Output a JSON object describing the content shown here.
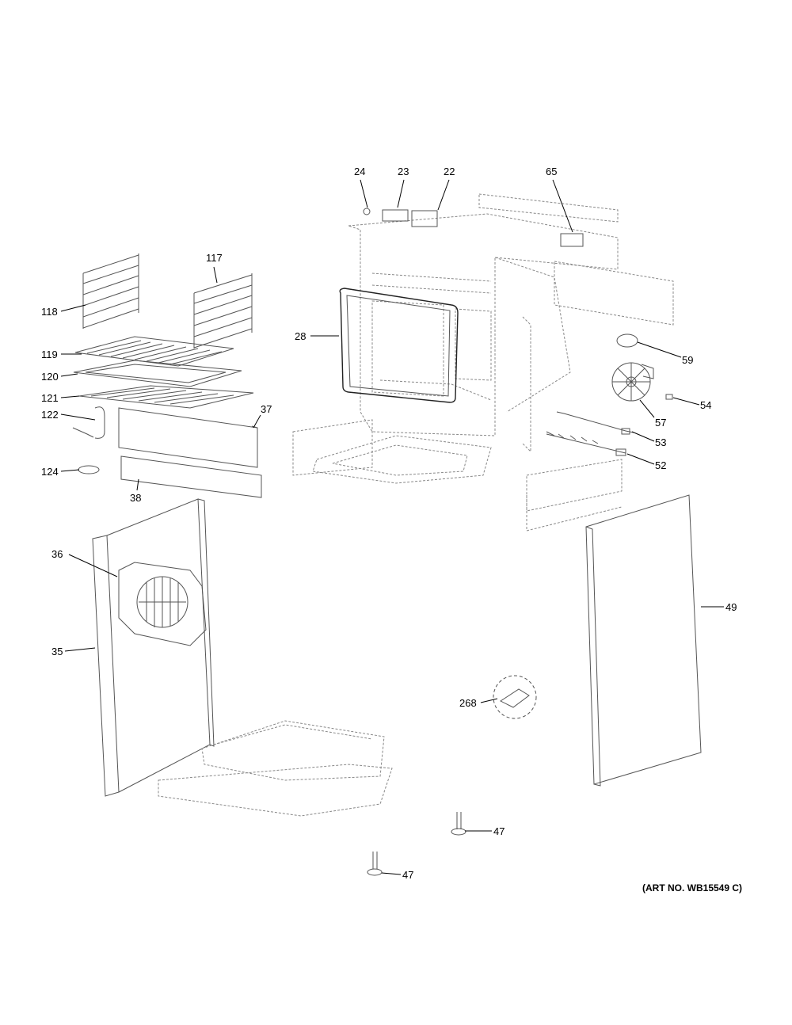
{
  "diagram": {
    "art_number": "(ART NO. WB15549 C)",
    "callouts": {
      "c24": "24",
      "c23": "23",
      "c22": "22",
      "c65": "65",
      "c117": "117",
      "c118": "118",
      "c119": "119",
      "c120": "120",
      "c121": "121",
      "c122": "122",
      "c124": "124",
      "c37": "37",
      "c38": "38",
      "c28": "28",
      "c59": "59",
      "c54": "54",
      "c57": "57",
      "c53": "53",
      "c52": "52",
      "c36": "36",
      "c35": "35",
      "c49": "49",
      "c268": "268",
      "c47a": "47",
      "c47b": "47"
    }
  }
}
